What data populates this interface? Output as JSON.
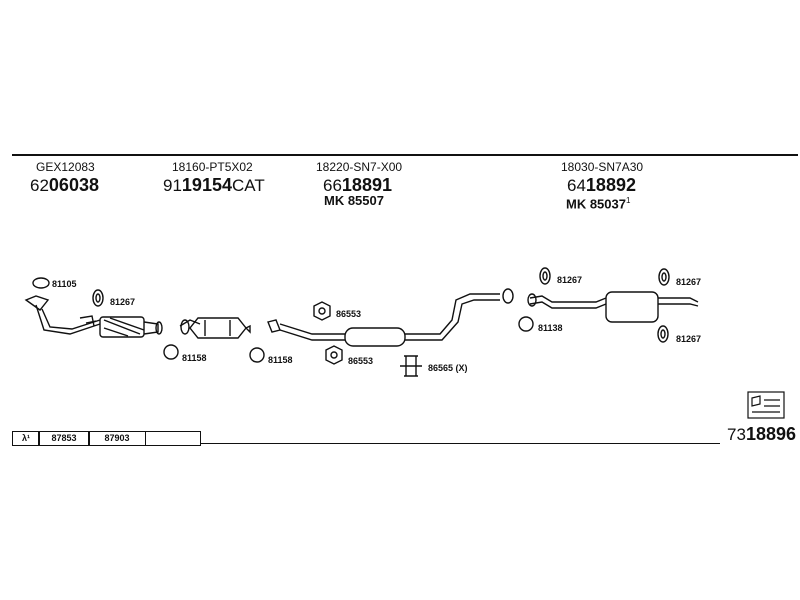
{
  "parts": [
    {
      "oem": "GEX12083",
      "prefix": "62",
      "number": "06038",
      "suffix": ""
    },
    {
      "oem": "18160-PT5X02",
      "prefix": "91",
      "number": "19154",
      "suffix": "CAT"
    },
    {
      "oem": "18220-SN7-X00",
      "prefix": "66",
      "number": "18891",
      "suffix": "",
      "mk": "MK  85507",
      "mk_sup": ""
    },
    {
      "oem": "18030-SN7A30",
      "prefix": "64",
      "number": "18892",
      "suffix": "",
      "mk": "MK  85037",
      "mk_sup": "1"
    }
  ],
  "labels": {
    "l81105": "81105",
    "l81267a": "81267",
    "l81158a": "81158",
    "l81158b": "81158",
    "l86553a": "86553",
    "l86553b": "86553",
    "l86565": "86565 (X)",
    "l81267b": "81267",
    "l81138": "81138",
    "l81267c": "81267",
    "l81267d": "81267"
  },
  "footer": {
    "lambda": "λ¹",
    "code1": "87853",
    "code2": "87903",
    "final_prefix": "73",
    "final_number": "18896"
  }
}
